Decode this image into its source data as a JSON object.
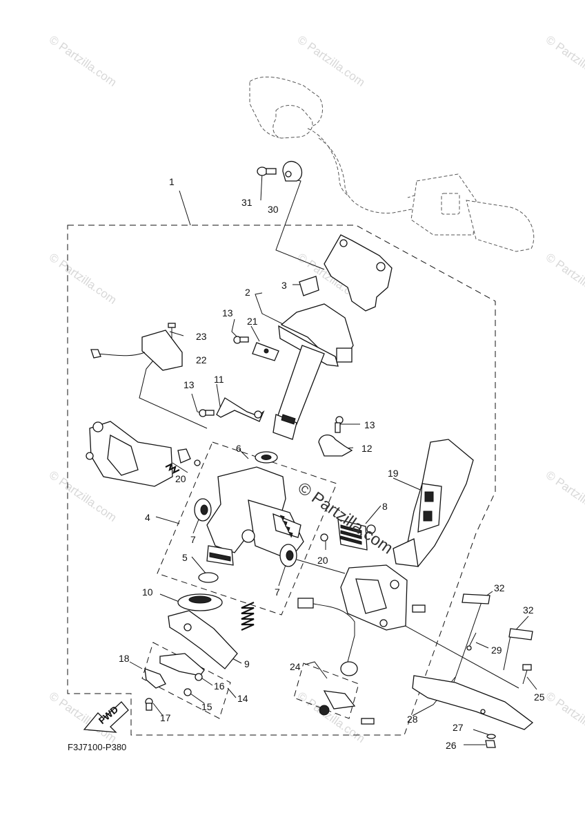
{
  "diagram_code": "F3J7100-P380",
  "fwd_label": "FWD",
  "watermark": "© Partzilla.com",
  "center_watermark": "© Partzilla.com",
  "callouts": [
    "1",
    "2",
    "3",
    "4",
    "5",
    "6",
    "7",
    "7",
    "8",
    "9",
    "10",
    "11",
    "12",
    "13",
    "13",
    "13",
    "14",
    "15",
    "16",
    "17",
    "18",
    "19",
    "20",
    "20",
    "21",
    "22",
    "23",
    "24",
    "25",
    "26",
    "27",
    "28",
    "29",
    "30",
    "31",
    "32",
    "32"
  ]
}
